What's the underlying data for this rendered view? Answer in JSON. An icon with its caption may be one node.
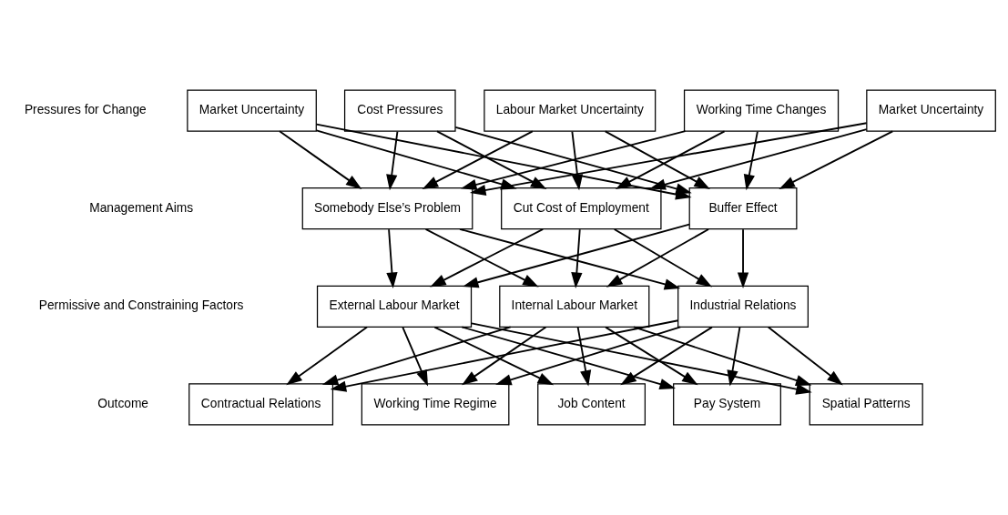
{
  "diagram": {
    "nodes": [
      {
        "text": [
          "Market Uncertainty"
        ]
      },
      {
        "text": [
          "Cost Pressures"
        ]
      },
      {
        "text": [
          "Labour Market Uncertainty"
        ]
      },
      {
        "text": [
          "Working Time Changes"
        ]
      },
      {
        "text": [
          "Market Uncertainty"
        ]
      },
      {
        "text": [
          "Somebody Else’s Problem"
        ]
      },
      {
        "text": [
          "Cut Cost of Employment"
        ]
      },
      {
        "text": [
          "Buffer Effect"
        ]
      },
      {
        "text": [
          "External Labour Market"
        ]
      },
      {
        "text": [
          "Internal Labour Market"
        ]
      },
      {
        "text": [
          "Industrial Relations"
        ]
      },
      {
        "text": [
          "Contractual Relations"
        ]
      },
      {
        "text": [
          "Working Time Regime"
        ]
      },
      {
        "text": [
          "Job Content"
        ]
      },
      {
        "text": [
          "Pay System"
        ]
      },
      {
        "text": [
          "Spatial Patterns"
        ]
      }
    ],
    "edges": [
      {
        "from": 0,
        "to": 5,
        "arrow": "to"
      },
      {
        "from": 0,
        "to": 6,
        "arrow": "to"
      },
      {
        "from": 0,
        "to": 7,
        "arrow": "to"
      },
      {
        "from": 1,
        "to": 5,
        "arrow": "to"
      },
      {
        "from": 1,
        "to": 6,
        "arrow": "to"
      },
      {
        "from": 1,
        "to": 7,
        "arrow": "to"
      },
      {
        "from": 2,
        "to": 5,
        "arrow": "to"
      },
      {
        "from": 2,
        "to": 6,
        "arrow": "to"
      },
      {
        "from": 2,
        "to": 7,
        "arrow": "to"
      },
      {
        "from": 3,
        "to": 5,
        "arrow": "to"
      },
      {
        "from": 3,
        "to": 6,
        "arrow": "to"
      },
      {
        "from": 3,
        "to": 7,
        "arrow": "to"
      },
      {
        "from": 4,
        "to": 5,
        "arrow": "to"
      },
      {
        "from": 4,
        "to": 6,
        "arrow": "to"
      },
      {
        "from": 4,
        "to": 7,
        "arrow": "to"
      },
      {
        "from": 5,
        "to": 8,
        "arrow": "to"
      },
      {
        "from": 5,
        "to": 9,
        "arrow": "to"
      },
      {
        "from": 5,
        "to": 10,
        "arrow": "to"
      },
      {
        "from": 6,
        "to": 8,
        "arrow": "to"
      },
      {
        "from": 6,
        "to": 9,
        "arrow": "to"
      },
      {
        "from": 6,
        "to": 10,
        "arrow": "to"
      },
      {
        "from": 7,
        "to": 8,
        "arrow": "to"
      },
      {
        "from": 7,
        "to": 9,
        "arrow": "to"
      },
      {
        "from": 7,
        "to": 10,
        "arrow": "to"
      },
      {
        "from": 8,
        "to": 11,
        "arrow": "to"
      },
      {
        "from": 8,
        "to": 12,
        "arrow": "to"
      },
      {
        "from": 8,
        "to": 13,
        "arrow": "to"
      },
      {
        "from": 8,
        "to": 14,
        "arrow": "to"
      },
      {
        "from": 8,
        "to": 15,
        "arrow": "to"
      },
      {
        "from": 9,
        "to": 11,
        "arrow": "to"
      },
      {
        "from": 9,
        "to": 12,
        "arrow": "to"
      },
      {
        "from": 9,
        "to": 13,
        "arrow": "to"
      },
      {
        "from": 9,
        "to": 14,
        "arrow": "to"
      },
      {
        "from": 9,
        "to": 15,
        "arrow": "to"
      },
      {
        "from": 10,
        "to": 11,
        "arrow": "to"
      },
      {
        "from": 10,
        "to": 12,
        "arrow": "to"
      },
      {
        "from": 10,
        "to": 13,
        "arrow": "to"
      },
      {
        "from": 10,
        "to": 14,
        "arrow": "to"
      },
      {
        "from": 10,
        "to": 15,
        "arrow": "to"
      }
    ],
    "labels": [
      "Pressures for Change",
      "Management Aims",
      "Permissive and Constraining Factors",
      "Outcome"
    ]
  }
}
